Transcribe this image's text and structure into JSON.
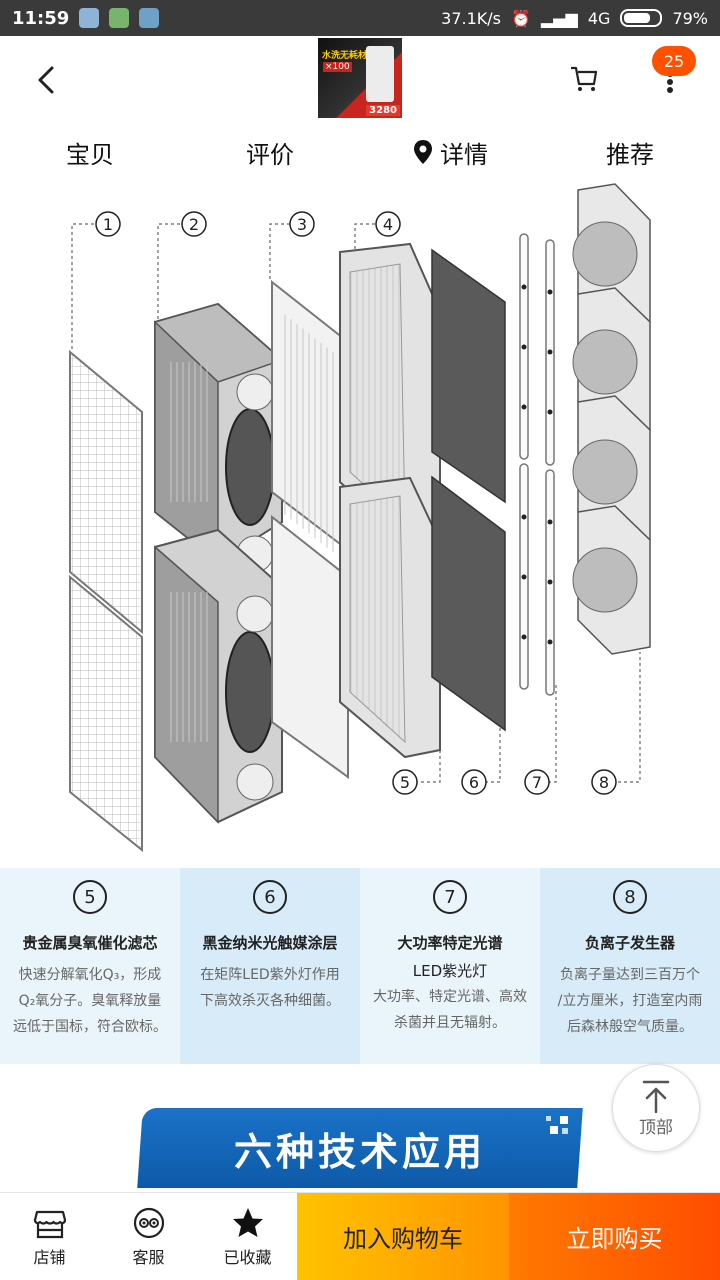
{
  "status": {
    "time": "11:59",
    "speed": "37.1K/s",
    "network": "4G",
    "battery": "79%",
    "battery_level": 0.79
  },
  "nav": {
    "cart_badge": "25",
    "thumb_text1": "水洗无耗材",
    "thumb_text2": "×100",
    "thumb_price": "3280"
  },
  "tabs": [
    {
      "label": "宝贝"
    },
    {
      "label": "评价"
    },
    {
      "label": "详情"
    },
    {
      "label": "推荐"
    }
  ],
  "diagram": {
    "markers": [
      "1",
      "2",
      "3",
      "4",
      "5",
      "6",
      "7",
      "8"
    ]
  },
  "features": [
    {
      "num": "5",
      "title": "贵金属臭氧催化滤芯",
      "desc": [
        "快速分解氧化Q₃，形成",
        "Q₂氧分子。臭氧释放量",
        "远低于国标，符合欧标。"
      ]
    },
    {
      "num": "6",
      "title": "黑金纳米光触媒涂层",
      "desc": [
        "在矩阵LED紫外灯作用",
        "下高效杀灭各种细菌。"
      ]
    },
    {
      "num": "7",
      "title": "大功率特定光谱",
      "title2": "LED紫光灯",
      "desc": [
        "大功率、特定光谱、高效",
        "杀菌并且无辐射。"
      ]
    },
    {
      "num": "8",
      "title": "负离子发生器",
      "desc": [
        "负离子量达到三百万个",
        "/立方厘米，打造室内雨",
        "后森林般空气质量。"
      ]
    }
  ],
  "back_top_label": "顶部",
  "banner_text": "六种技术应用",
  "bottom_bar": {
    "store": "店铺",
    "service": "客服",
    "favorite": "已收藏",
    "add_cart": "加入购物车",
    "buy_now": "立即购买"
  }
}
